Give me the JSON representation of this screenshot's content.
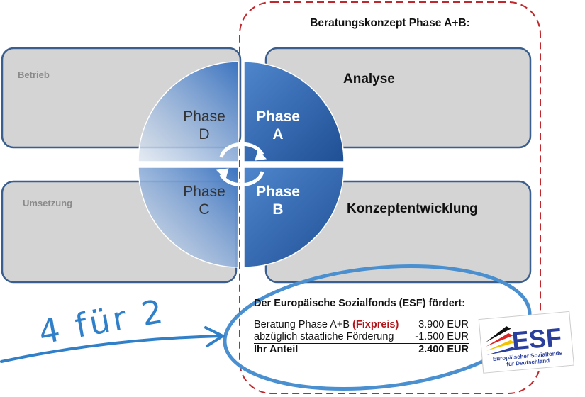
{
  "heading": "Beratungskonzept Phase A+B:",
  "left_boxes": [
    {
      "label": "Betrieb"
    },
    {
      "label": "Umsetzung"
    }
  ],
  "right_boxes": [
    {
      "label": "Analyse"
    },
    {
      "label": "Konzeptentwicklung"
    }
  ],
  "phases": {
    "a": {
      "line1": "Phase",
      "line2": "A"
    },
    "b": {
      "line1": "Phase",
      "line2": "B"
    },
    "c": {
      "line1": "Phase",
      "line2": "C"
    },
    "d": {
      "line1": "Phase",
      "line2": "D"
    }
  },
  "handwritten": "4 für 2",
  "esf": {
    "title": "Der Europäische Sozialfonds (ESF) fördert:",
    "rows": [
      {
        "label": "Beratung Phase A+B",
        "highlight": "(Fixpreis)",
        "value": "3.900 EUR"
      },
      {
        "label": "abzüglich staatliche Förderung",
        "value": "-1.500 EUR"
      },
      {
        "label": "Ihr Anteil",
        "value": "2.400 EUR"
      }
    ],
    "logo": {
      "text": "ESF",
      "sub1": "Europäischer Sozialfonds",
      "sub2": "für Deutschland"
    }
  },
  "colors": {
    "dashed_border": "#c0282d",
    "phase_dark": "#2f66b0",
    "box_border": "#3a5f8f",
    "highlight": "#b3141a",
    "ellipse": "#4a90d0"
  }
}
